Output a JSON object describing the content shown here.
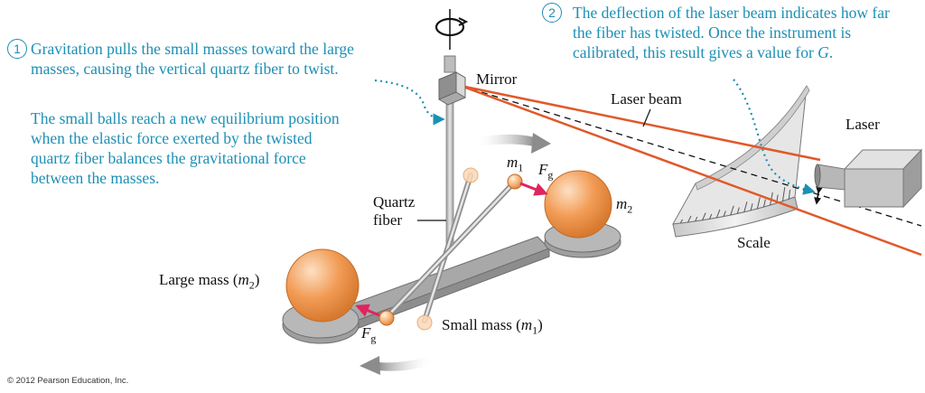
{
  "colors": {
    "callout": "#1c8fb5",
    "laser": "#e0592a",
    "ball": "#f29b55",
    "force_arrow": "#e0245e",
    "metal": "#b5b5b5",
    "motion_arrow": "#8c8c8c"
  },
  "icons": {
    "rotation": "rotation-arrow-icon"
  },
  "callout1": {
    "number": "1",
    "text1": "Gravitation pulls the small masses toward the large\nmasses, causing the vertical quartz fiber to twist.",
    "text2": "The small balls reach a new equilibrium position\nwhen the elastic force exerted by the twisted\nquartz fiber balances the gravitational force\nbetween the masses."
  },
  "callout2": {
    "number": "2",
    "line1": "The deflection of the laser beam indicates how far",
    "line2": "the fiber has twisted. Once the instrument is",
    "line3_prefix": "calibrated, this result gives a value for ",
    "line3_var": "G",
    "line3_suffix": "."
  },
  "labels": {
    "mirror": "Mirror",
    "laser_beam": "Laser beam",
    "laser": "Laser",
    "scale": "Scale",
    "quartz_fiber": "Quartz\nfiber",
    "large_mass": {
      "prefix": "Large mass (",
      "m": "m",
      "sub": "2",
      "suffix": ")"
    },
    "small_mass": {
      "prefix": "Small mass (",
      "m": "m",
      "sub": "1",
      "suffix": ")"
    },
    "m1": {
      "m": "m",
      "sub": "1"
    },
    "m2": {
      "m": "m",
      "sub": "2"
    },
    "fg": {
      "f": "F",
      "sub": "g"
    }
  },
  "copyright": "© 2012 Pearson Education, Inc."
}
